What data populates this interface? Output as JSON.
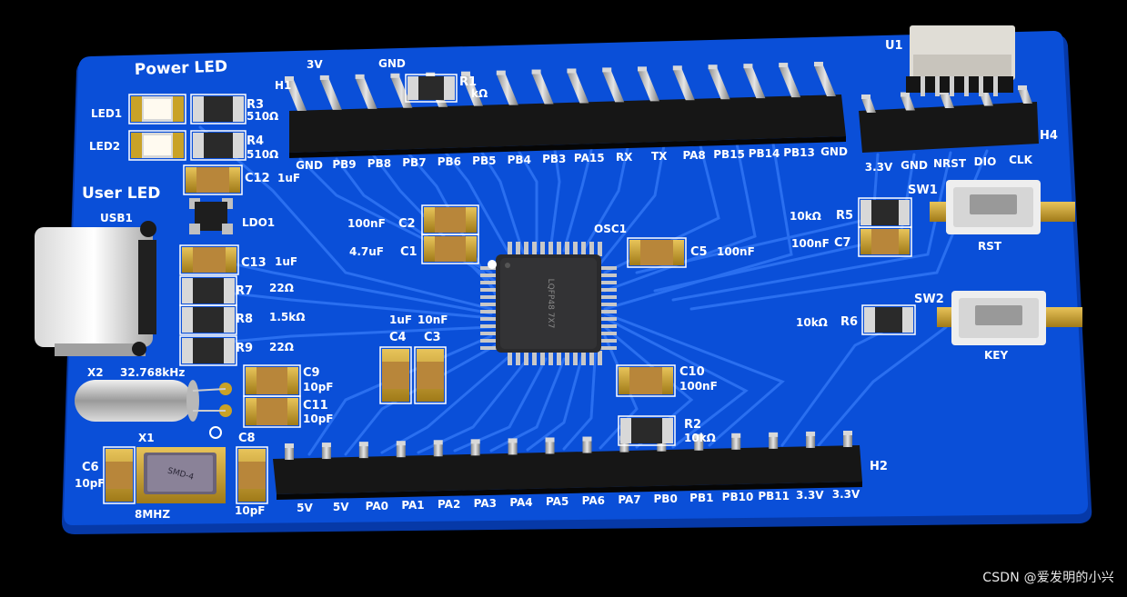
{
  "watermark": "CSDN @爱发明的小兴",
  "board": {
    "silk_big": [
      {
        "id": "power-led-label",
        "text": "Power LED"
      },
      {
        "id": "user-led-label",
        "text": "User LED"
      }
    ],
    "silk": {
      "led1": "LED1",
      "led2": "LED2",
      "r3": "R3",
      "r3v": "510Ω",
      "r4": "R4",
      "r4v": "510Ω",
      "c12": "C12",
      "c12v": "1uF",
      "usb1": "USB1",
      "ldo1": "LDO1",
      "c13": "C13",
      "c13v": "1uF",
      "r7": "R7",
      "r7v": "22Ω",
      "r8": "R8",
      "r8v": "1.5kΩ",
      "r9": "R9",
      "r9v": "22Ω",
      "x2": "X2",
      "x2v": "32.768kHz",
      "c9": "C9",
      "c9v": "10pF",
      "c11": "C11",
      "c11v": "10pF",
      "x1": "X1",
      "x1v": "8MHZ",
      "smd": "SMD-4",
      "c6": "C6",
      "c6v": "10pF",
      "c8": "C8",
      "c8v": "10pF",
      "c2": "C2",
      "c2v": "100nF",
      "c1": "C1",
      "c1v": "4.7uF",
      "c4": "C4",
      "c4v": "1uF",
      "c3": "C3",
      "c3v": "10nF",
      "osc1": "OSC1",
      "c5": "C5",
      "c5v": "100nF",
      "c10": "C10",
      "c10v": "100nF",
      "r2": "R2",
      "r2v": "10kΩ",
      "r1": "R1",
      "r1v": "kΩ",
      "h1": "H1",
      "h2": "H2",
      "h3": "3V",
      "h3b": "GND",
      "u1": "U1",
      "h4": "H4",
      "r5": "R5",
      "r5v": "10kΩ",
      "c7": "C7",
      "c7v": "100nF",
      "r6": "R6",
      "r6v": "10kΩ",
      "sw1": "SW1",
      "rst": "RST",
      "sw2": "SW2",
      "key": "KEY",
      "lqfp": "LQFP48 7X7"
    },
    "top_header_pins": [
      "GND",
      "PB9",
      "PB8",
      "PB7",
      "PB6",
      "PB5",
      "PB4",
      "PB3",
      "PA15",
      "RX",
      "TX",
      "PA8",
      "PB15",
      "PB14",
      "PB13",
      "GND"
    ],
    "bottom_header_pins": [
      "5V",
      "5V",
      "PA0",
      "PA1",
      "PA2",
      "PA3",
      "PA4",
      "PA5",
      "PA6",
      "PA7",
      "PB0",
      "PB1",
      "PB10",
      "PB11",
      "3.3V",
      "3.3V"
    ],
    "swd_pins": [
      "3.3V",
      "GND",
      "NRST",
      "DIO",
      "CLK"
    ],
    "colors": {
      "pcb": "#0a4fd8",
      "pcb_edge": "#0639a8",
      "trace": "#1f66ee",
      "silk": "#ffffff",
      "pin": "#b8b8b8",
      "header": "#1a1a1a",
      "gold": "#c9a227",
      "cap": "#b8863a"
    }
  }
}
